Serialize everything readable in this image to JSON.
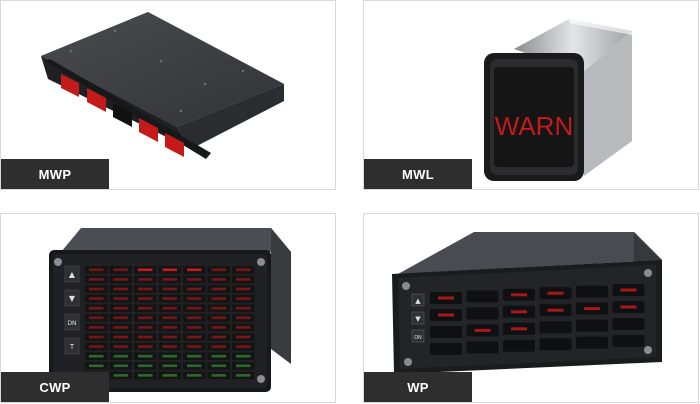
{
  "products": [
    {
      "id": "mwp",
      "label": "MWP"
    },
    {
      "id": "mwl",
      "label": "MWL",
      "display_text": "WARN"
    },
    {
      "id": "cwp",
      "label": "CWP",
      "key_labels": [
        "▲",
        "▼",
        "DN",
        "T"
      ]
    },
    {
      "id": "wp",
      "label": "WP",
      "key_labels": [
        "▲",
        "▼",
        "DN"
      ]
    }
  ],
  "colors": {
    "label_bg": "#2e2e2e",
    "label_text": "#ffffff",
    "panel_dark": "#2a2b2e",
    "indicator_red": "#c41a1a",
    "indicator_green": "#3fae3f"
  }
}
